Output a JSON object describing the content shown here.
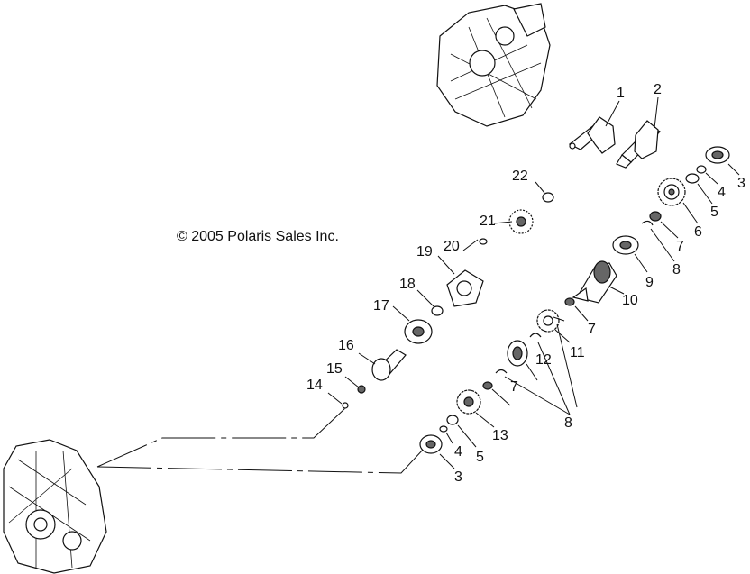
{
  "copyright": "© 2005 Polaris Sales Inc.",
  "callouts": [
    {
      "id": "1",
      "label": "1"
    },
    {
      "id": "2",
      "label": "2"
    },
    {
      "id": "3a",
      "label": "3"
    },
    {
      "id": "4a",
      "label": "4"
    },
    {
      "id": "5a",
      "label": "5"
    },
    {
      "id": "6",
      "label": "6"
    },
    {
      "id": "7a",
      "label": "7"
    },
    {
      "id": "8a",
      "label": "8"
    },
    {
      "id": "9",
      "label": "9"
    },
    {
      "id": "10",
      "label": "10"
    },
    {
      "id": "7b",
      "label": "7"
    },
    {
      "id": "11",
      "label": "11"
    },
    {
      "id": "12",
      "label": "12"
    },
    {
      "id": "7c",
      "label": "7"
    },
    {
      "id": "8b",
      "label": "8"
    },
    {
      "id": "13",
      "label": "13"
    },
    {
      "id": "5b",
      "label": "5"
    },
    {
      "id": "4b",
      "label": "4"
    },
    {
      "id": "3b",
      "label": "3"
    },
    {
      "id": "14",
      "label": "14"
    },
    {
      "id": "15",
      "label": "15"
    },
    {
      "id": "16",
      "label": "16"
    },
    {
      "id": "17",
      "label": "17"
    },
    {
      "id": "18",
      "label": "18"
    },
    {
      "id": "19",
      "label": "19"
    },
    {
      "id": "20",
      "label": "20"
    },
    {
      "id": "21",
      "label": "21"
    },
    {
      "id": "22",
      "label": "22"
    }
  ]
}
